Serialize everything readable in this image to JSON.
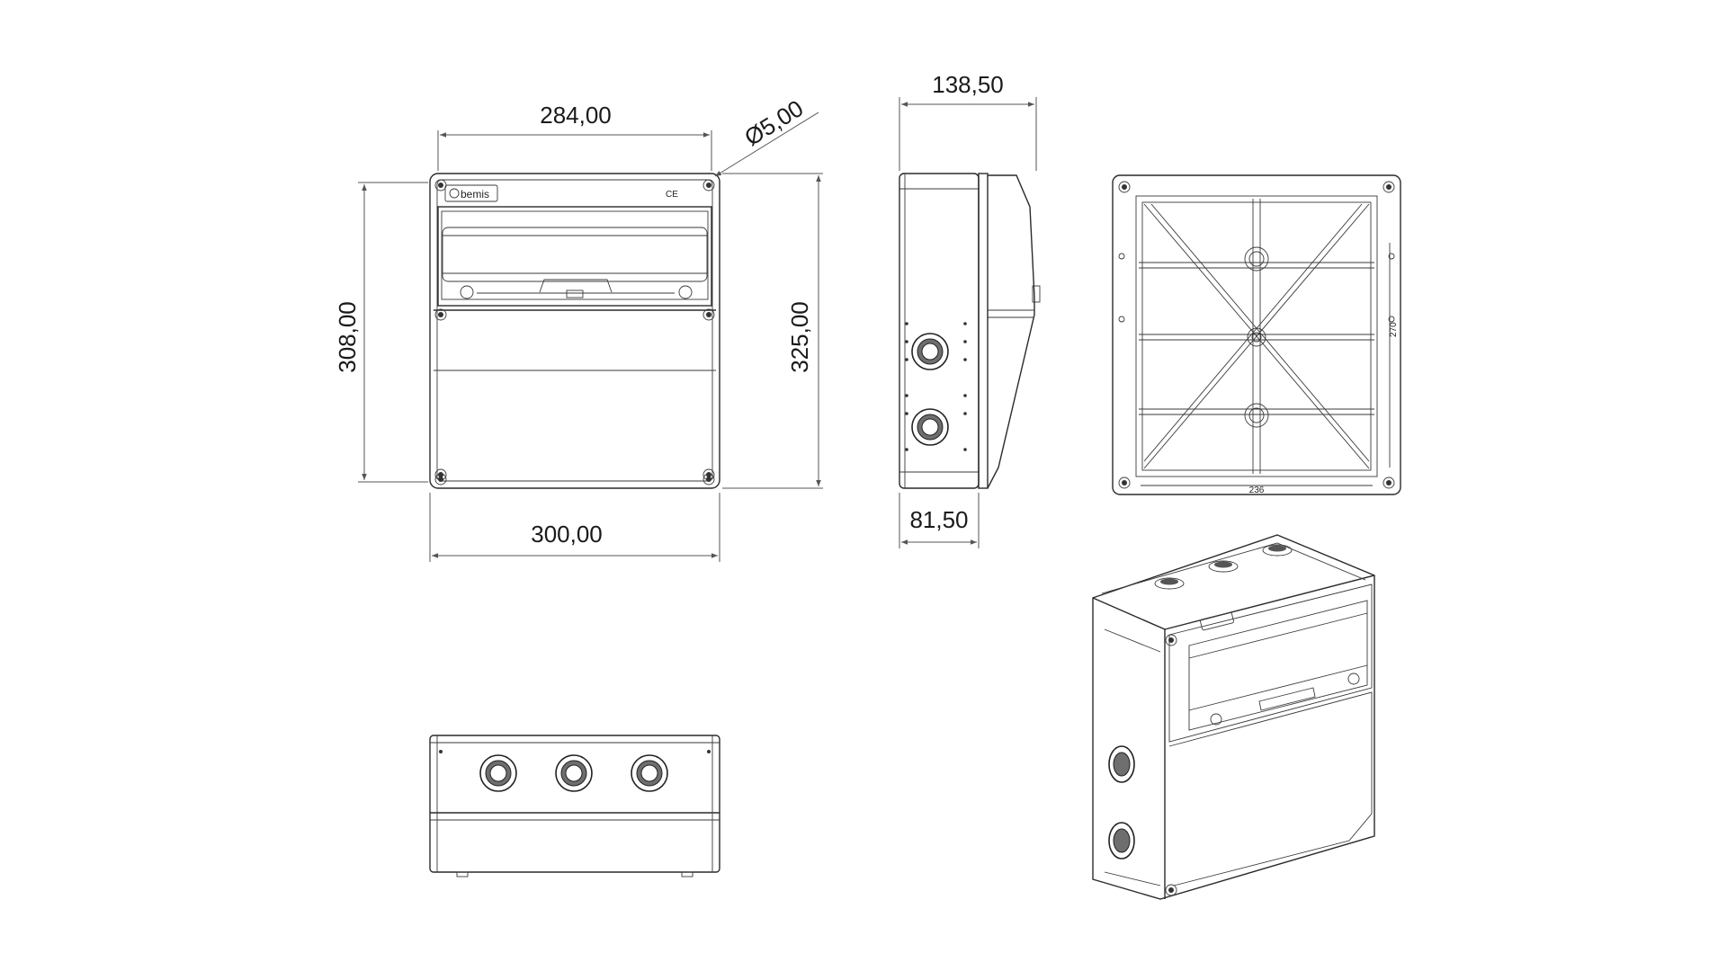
{
  "brand": "bemis",
  "marks": "CE",
  "dimensions": {
    "front_inner_width": "284,00",
    "hole_diameter": "Ø5,00",
    "front_height_inner": "308,00",
    "front_height_outer": "325,00",
    "front_outer_width": "300,00",
    "side_depth_total": "138,50",
    "side_depth_base": "81,50",
    "back_height_small": "270",
    "back_width_small": "236"
  },
  "colors": {
    "line": "#2a2a2a",
    "seal_fill": "#6e6e6e"
  }
}
